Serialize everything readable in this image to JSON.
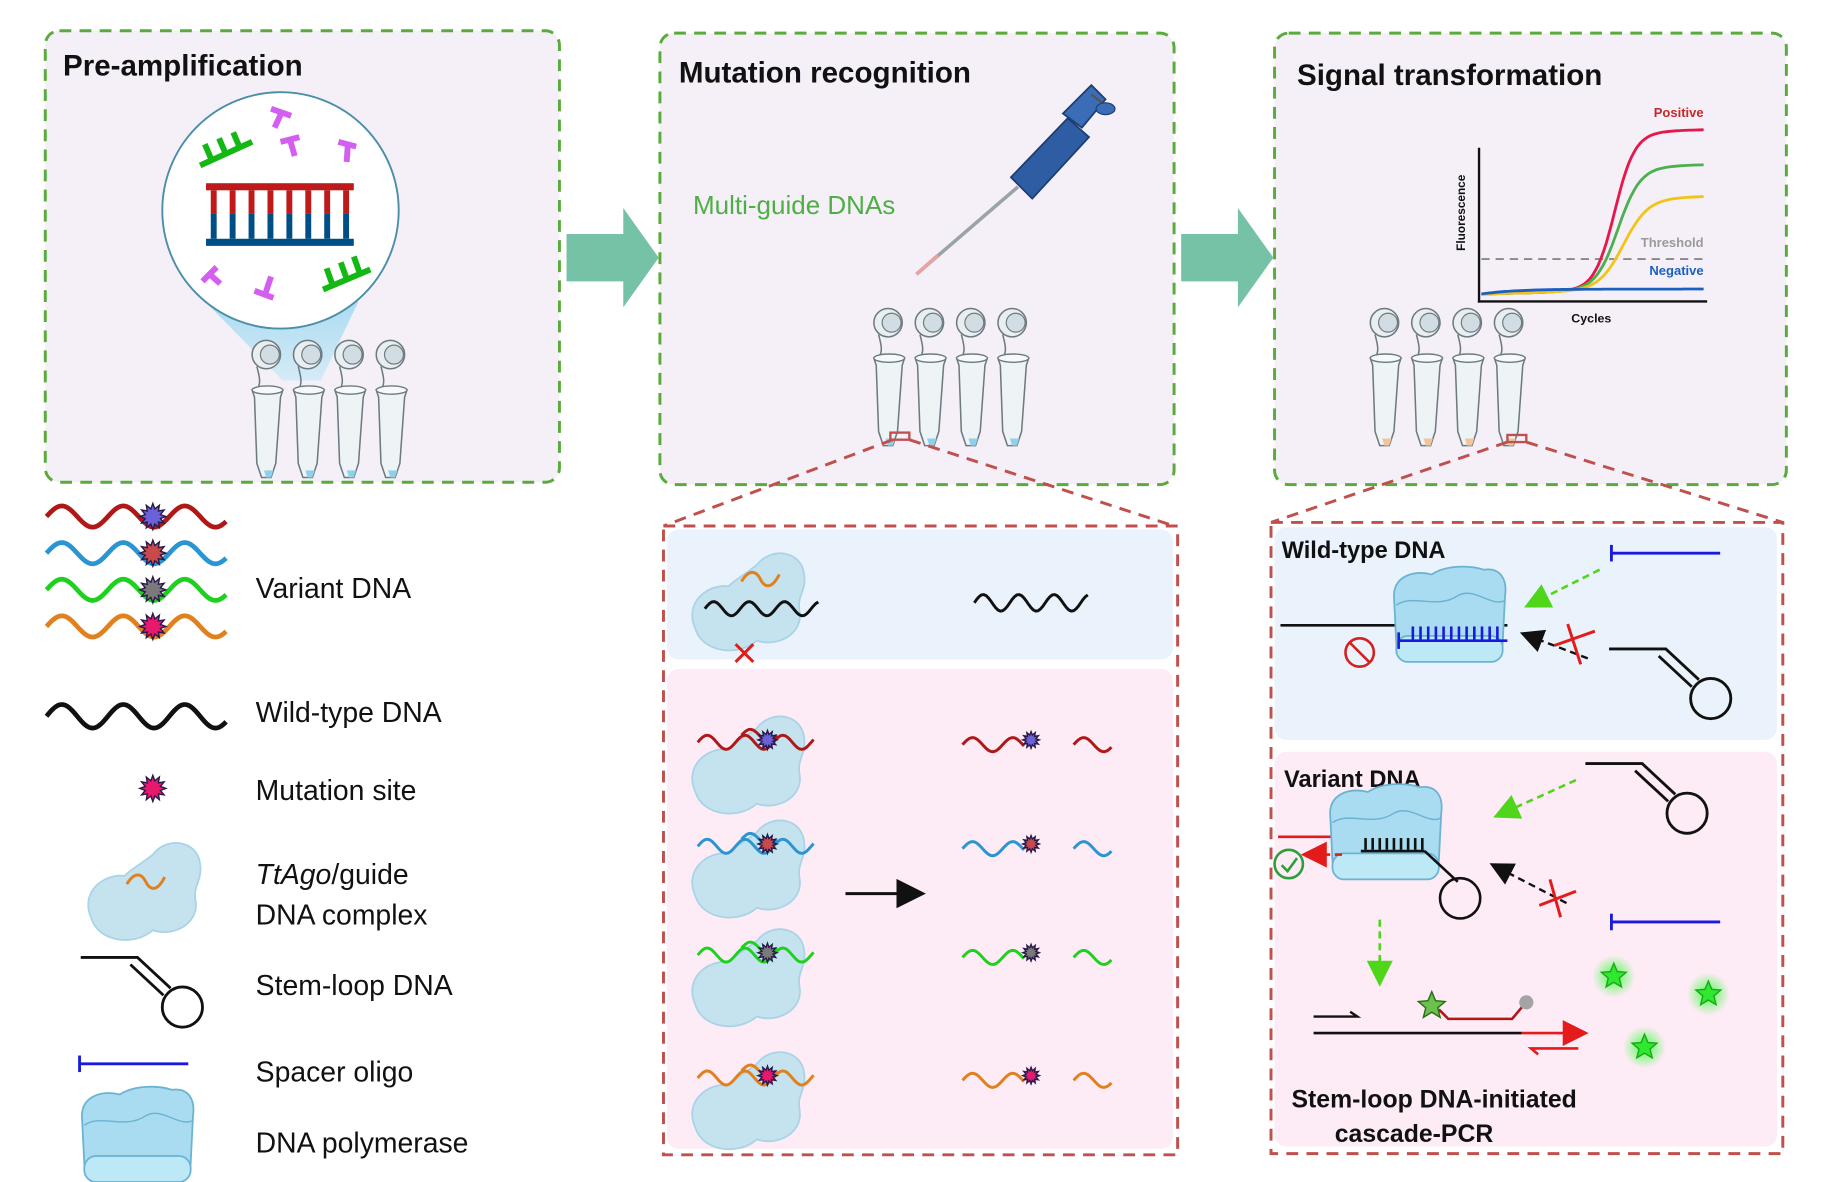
{
  "panels": {
    "pre_amplification": {
      "title": "Pre-amplification"
    },
    "mutation_recognition": {
      "title": "Mutation recognition",
      "reagent_label": "Multi-guide DNAs"
    },
    "signal_transformation": {
      "title": "Signal transformation"
    }
  },
  "legend": {
    "items": [
      {
        "label": "Variant DNA"
      },
      {
        "label": "Wild-type DNA"
      },
      {
        "label": "Mutation site"
      },
      {
        "label_italic": "TtAgo",
        "label_rest": "/guide",
        "label_line2": "DNA complex"
      },
      {
        "label": "Stem-loop DNA"
      },
      {
        "label": "Spacer oligo"
      },
      {
        "label": "DNA polymerase"
      }
    ]
  },
  "signal_detail": {
    "wildtype_title": "Wild-type DNA",
    "variant_title": "Variant DNA",
    "caption_line1": "Stem-loop DNA-initiated",
    "caption_line2": "cascade-PCR"
  },
  "colors": {
    "panel_border": "#5aab3c",
    "zoom_border": "#c0504d",
    "arrow": "#76c2a6",
    "panel_bg": "#f5f0f8",
    "wt_bg": "#eaf2fb",
    "variant_bg": "#fdebf5",
    "strand_red": "#b01818",
    "strand_blue": "#2b94d3",
    "strand_green": "#1fd11f",
    "strand_orange": "#e0801e",
    "spacer_blue": "#1a1adf"
  },
  "chart_data": {
    "type": "line",
    "title": "",
    "xlabel": "Cycles",
    "ylabel": "Fluorescence",
    "xlim": [
      0,
      40
    ],
    "ylim": [
      0,
      1
    ],
    "threshold": {
      "label": "Threshold",
      "value": 0.24
    },
    "grid": false,
    "series": [
      {
        "name": "Positive",
        "color": "#e8174a",
        "label_color": "#c62828",
        "labeled": true,
        "plateau": 0.98,
        "midpoint": 24,
        "slope": 0.55,
        "baseline": 0.03
      },
      {
        "name": "Positive (mid)",
        "color": "#4caf50",
        "labeled": false,
        "plateau": 0.77,
        "midpoint": 24.6,
        "slope": 0.5,
        "baseline": 0.03
      },
      {
        "name": "Positive (low)",
        "color": "#f2c418",
        "labeled": false,
        "plateau": 0.58,
        "midpoint": 25.6,
        "slope": 0.45,
        "baseline": 0.03
      },
      {
        "name": "Negative",
        "color": "#1d5fbf",
        "label_color": "#1d5fbf",
        "labeled": true,
        "flat": 0.06,
        "baseline": 0.03
      }
    ]
  }
}
